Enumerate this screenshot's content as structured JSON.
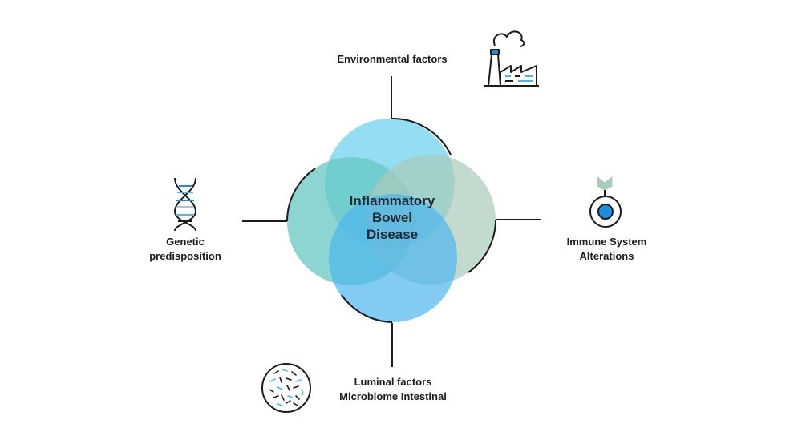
{
  "center": {
    "line1": "Inflammatory",
    "line2": "Bowel",
    "line3": "Disease"
  },
  "factors": {
    "environmental": {
      "label": "Environmental factors",
      "icon": "factory-icon"
    },
    "genetic": {
      "line1": "Genetic",
      "line2": "predisposition",
      "icon": "dna-icon"
    },
    "immune": {
      "line1": "Immune System",
      "line2": "Alterations",
      "icon": "immune-cell-icon"
    },
    "luminal": {
      "line1": "Luminal factors",
      "line2": "Microbiome Intestinal",
      "icon": "microbiome-icon"
    }
  },
  "colors": {
    "circle_top": "#6fd3ee",
    "circle_left": "#66c7c2",
    "circle_right": "#a9cbbb",
    "circle_bottom": "#4db6ee",
    "accent_blue": "#1d8fd8",
    "ink": "#1c1c1c"
  }
}
